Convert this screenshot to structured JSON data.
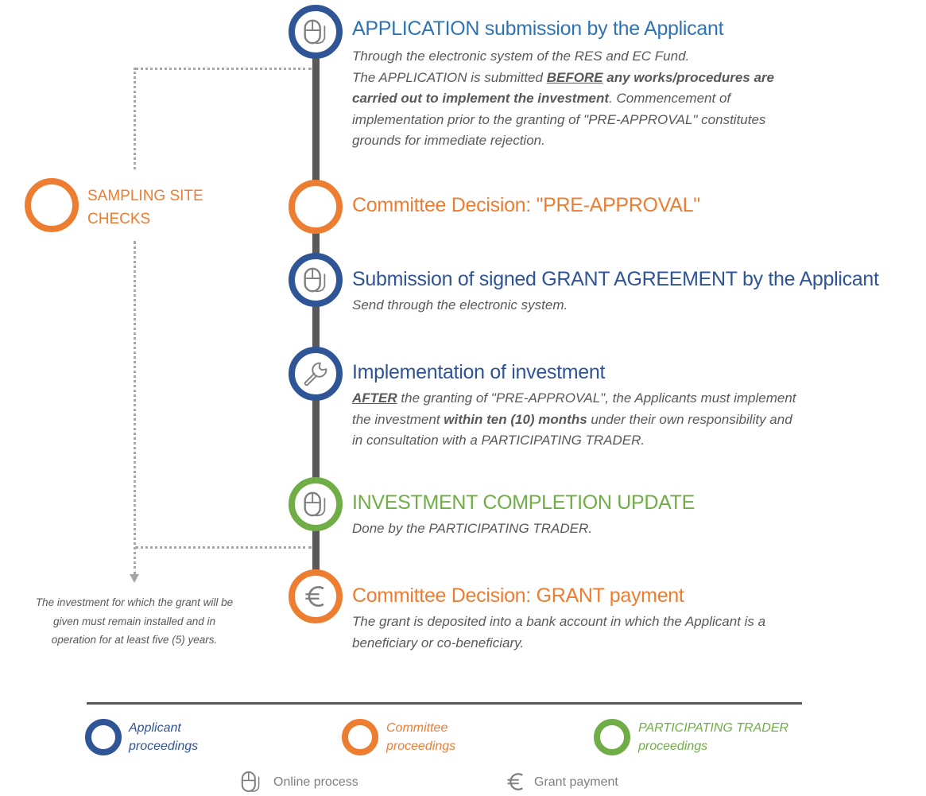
{
  "colors": {
    "applicant": "#2f5597",
    "committee": "#ed7d31",
    "trader": "#70ad47",
    "line": "#595959"
  },
  "steps": [
    {
      "title": "APPLICATION submission by the Applicant",
      "icon": "mouse-icon",
      "l1": "Through the electronic system of the RES and EC Fund.",
      "l2a": "The APPLICATION is submitted ",
      "l2b": "BEFORE",
      "l2c": " any works/procedures are",
      "l3a": "carried out to implement the investment",
      "l3b": ". Commencement of",
      "l4": "implementation prior to the granting of \"PRE-APPROVAL\" constitutes",
      "l5": "grounds for immediate rejection."
    },
    {
      "title": "Committee Decision: \"PRE-APPROVAL\""
    },
    {
      "title": "Submission of signed GRANT AGREEMENT by the Applicant",
      "icon": "mouse-icon",
      "l1": "Send through the electronic system."
    },
    {
      "title": "Implementation of investment",
      "icon": "wrench-icon",
      "l1a": "AFTER",
      "l1b": " the granting of \"PRE-APPROVAL\", the Applicants must implement",
      "l2a": "the investment ",
      "l2b": "within ten (10) months",
      "l2c": " under their own responsibility and",
      "l3a": "in consultation with a ",
      "l3b": "PARTICIPATING TRADER",
      "l3c": "."
    },
    {
      "title": "INVESTMENT COMPLETION UPDATE",
      "icon": "mouse-icon",
      "l1a": "Done by the ",
      "l1b": "PARTICIPATING TRADER",
      "l1c": "."
    },
    {
      "title": "Committee Decision: GRANT payment",
      "icon": "euro-icon",
      "l1": "The grant is deposited into a bank account in which the Applicant is a",
      "l2": "beneficiary or co-beneficiary."
    }
  ],
  "sampling": {
    "l1": "SAMPLING SITE",
    "l2": "CHECKS"
  },
  "note": {
    "l1": "The investment for which the grant will be",
    "l2": "given must remain installed and in",
    "l3": "operation for at least five (5) years."
  },
  "legend": {
    "applicant": {
      "l1": "Applicant",
      "l2": "proceedings"
    },
    "committee": {
      "l1": "Committee",
      "l2": "proceedings"
    },
    "trader": {
      "l1": "PARTICIPATING TRADER",
      "l2": "proceedings"
    },
    "online": "Online process",
    "grant": "Grant payment"
  }
}
